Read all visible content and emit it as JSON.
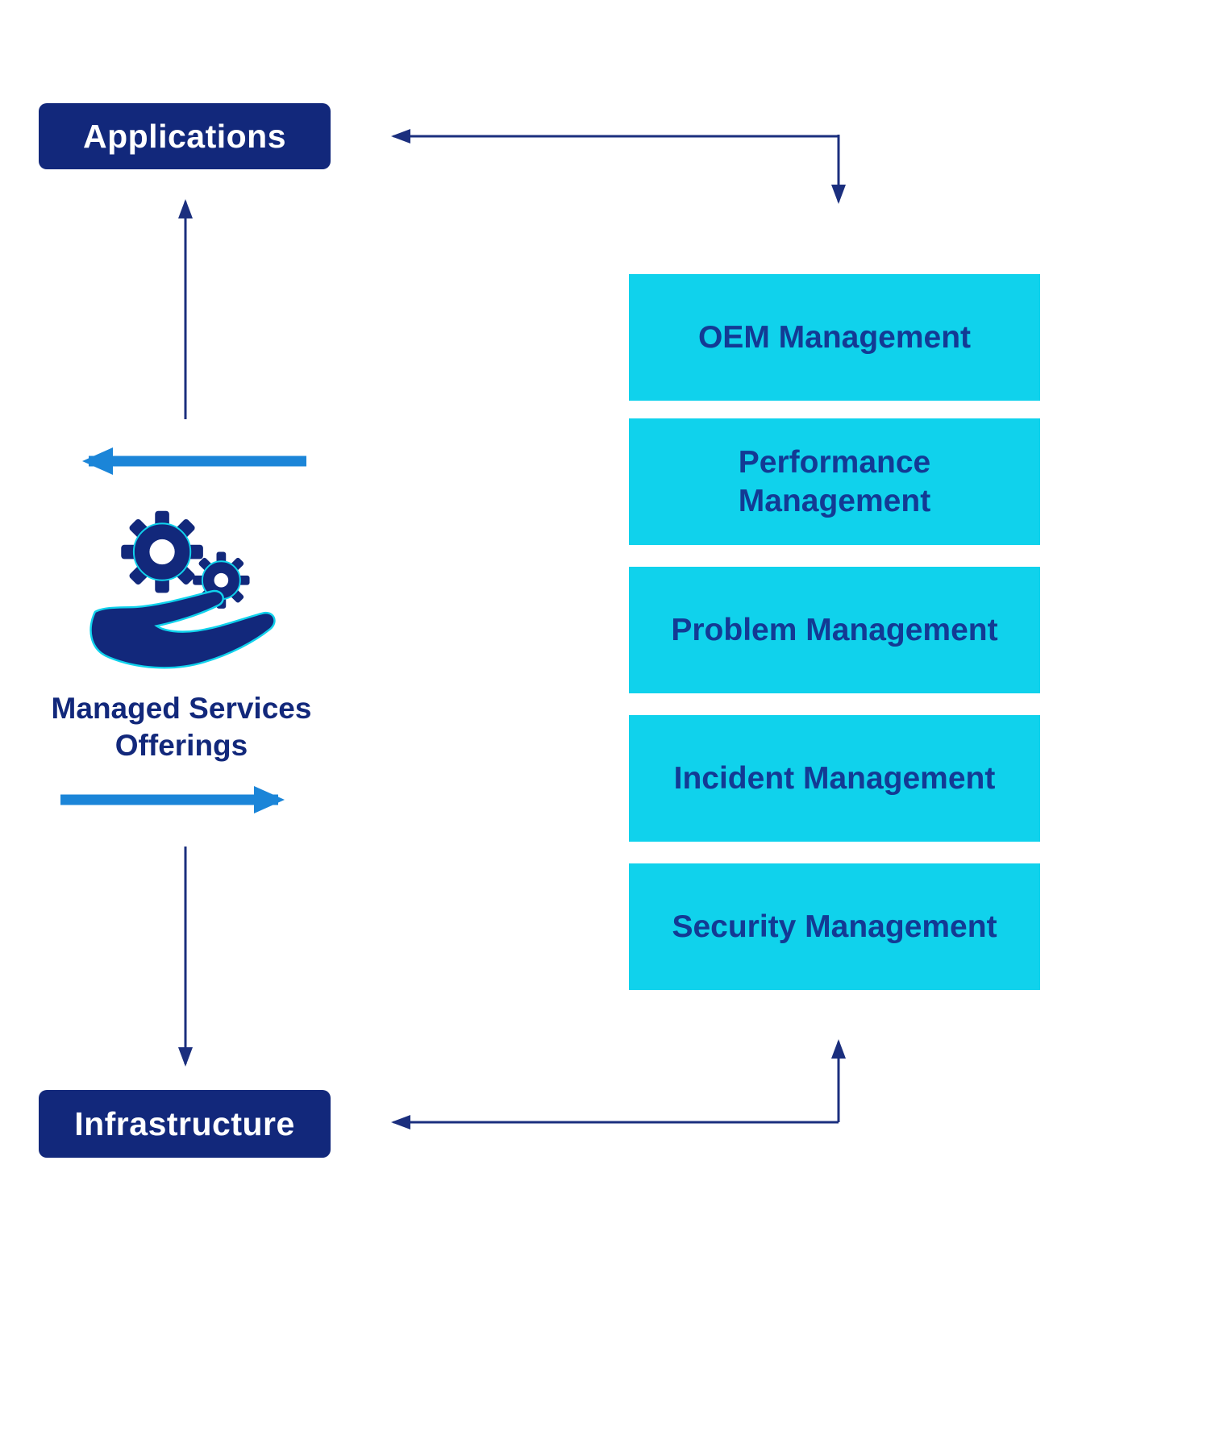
{
  "diagram": {
    "left_nodes": {
      "applications": "Applications",
      "infrastructure": "Infrastructure"
    },
    "center": {
      "label": "Managed Services\nOfferings",
      "icon": "hand-holding-gears-icon"
    },
    "services": [
      {
        "label": "OEM Management"
      },
      {
        "label": "Performance\nManagement"
      },
      {
        "label": "Problem Management"
      },
      {
        "label": "Incident Management"
      },
      {
        "label": "Security Management"
      }
    ],
    "colors": {
      "navy": "#12287b",
      "cyan": "#10d2ec",
      "arrow_blue": "#1b85d8",
      "thin_arrow_navy": "#1b2f7e",
      "service_text": "#133a94",
      "node_text": "#ffffff"
    }
  }
}
